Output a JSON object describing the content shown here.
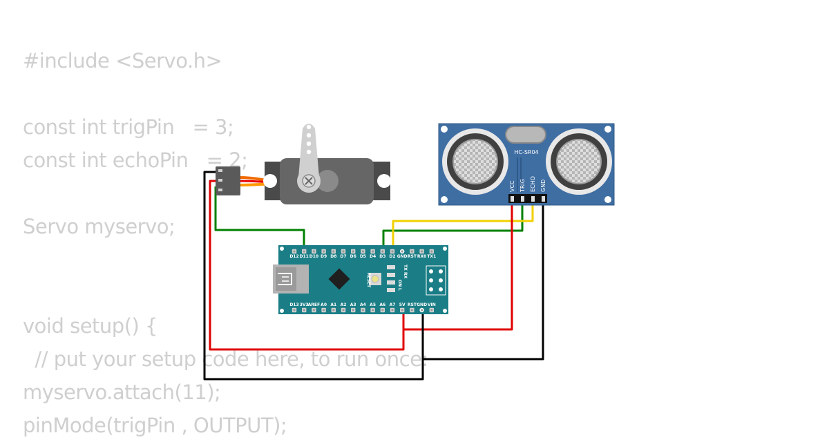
{
  "code": {
    "lines": [
      "#include <Servo.h>",
      "",
      "const int trigPin   = 3;",
      "const int echoPin   = 2;",
      "",
      "Servo myservo;",
      "",
      "",
      "void setup() {",
      "  // put your setup code here, to run once:",
      "myservo.attach(11);",
      "pinMode(trigPin , OUTPUT);"
    ]
  },
  "sensor": {
    "name": "HC-SR04",
    "pins": [
      "VCC",
      "TRIG",
      "ECHO",
      "GND"
    ]
  },
  "board": {
    "top_pins": [
      "D12",
      "D11",
      "D10",
      "D9",
      "D8",
      "D7",
      "D6",
      "D5",
      "D4",
      "D3",
      "D2",
      "GND",
      "RST",
      "RX0",
      "TX1"
    ],
    "bottom_pins": [
      "D13",
      "3V3",
      "AREF",
      "A0",
      "A1",
      "A2",
      "A3",
      "A4",
      "A5",
      "A6",
      "A7",
      "5V",
      "RST",
      "GND",
      "VIN"
    ],
    "leds": [
      "TX",
      "RX",
      "ON",
      "L"
    ],
    "reset_label": "RESET"
  },
  "wires": [
    {
      "from": "servo.signal",
      "to": "board.D11",
      "color": "#008000"
    },
    {
      "from": "sensor.TRIG",
      "to": "board.D3",
      "color": "#008000"
    },
    {
      "from": "sensor.ECHO",
      "to": "board.D2",
      "color": "#f2d000"
    },
    {
      "from": "sensor.VCC",
      "to": "board.5V",
      "color": "#e00000"
    },
    {
      "from": "servo.V+",
      "to": "board.5V",
      "color": "#e00000"
    },
    {
      "from": "sensor.GND",
      "to": "board.GND",
      "color": "#000000"
    },
    {
      "from": "servo.GND",
      "to": "board.GND",
      "color": "#000000"
    }
  ],
  "colors": {
    "board": "#1b7e86",
    "sensor": "#3f6ea3",
    "servo": "#555555",
    "code_text": "#cfcfcf"
  }
}
